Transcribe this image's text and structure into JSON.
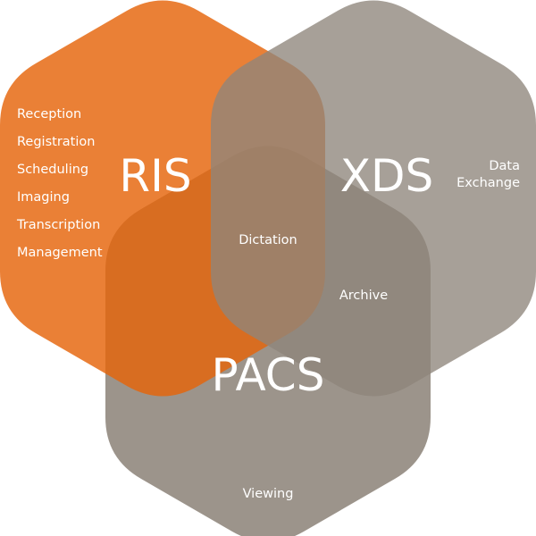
{
  "colors": {
    "ris": "#e5640a",
    "xds": "#8e857b",
    "pacs": "#8e857b",
    "background": "#ffffff",
    "text": "#ffffff"
  },
  "sets": {
    "ris": {
      "title": "RIS",
      "items": [
        "Reception",
        "Registration",
        "Scheduling",
        "Imaging",
        "Transcription",
        "Management"
      ]
    },
    "xds": {
      "title": "XDS",
      "items": [
        "Data",
        "Exchange"
      ]
    },
    "pacs": {
      "title": "PACS",
      "items": [
        "Viewing"
      ]
    }
  },
  "overlaps": {
    "ris_xds_pacs": "Dictation",
    "xds_pacs": "Archive"
  }
}
